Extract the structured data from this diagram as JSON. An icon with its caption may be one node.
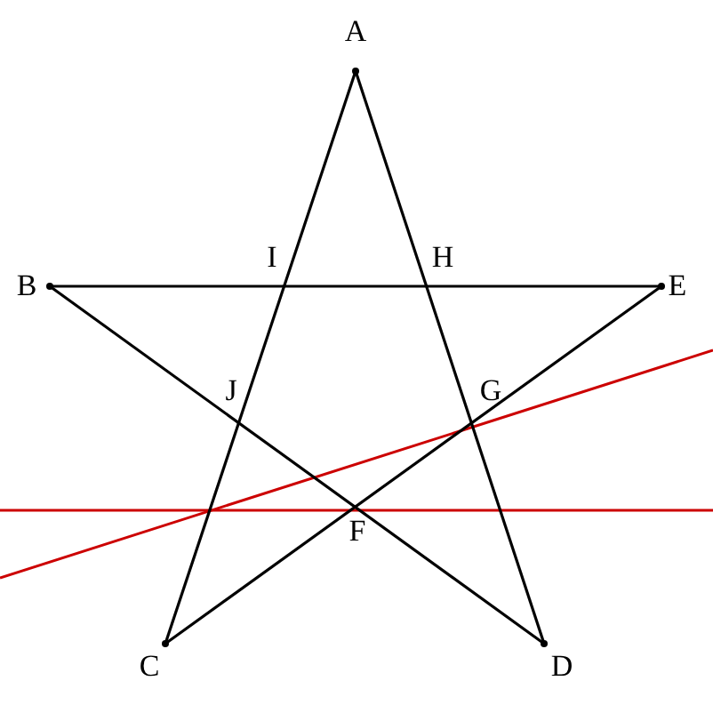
{
  "diagram": {
    "nodes": [
      {
        "text": [
          "A"
        ]
      },
      {
        "text": [
          "B"
        ]
      },
      {
        "text": [
          "E"
        ]
      },
      {
        "text": [
          "C"
        ]
      },
      {
        "text": [
          "D"
        ]
      }
    ],
    "edges": [
      {
        "from": 0,
        "to": 3,
        "arrow": "none"
      },
      {
        "from": 0,
        "to": 4,
        "arrow": "none"
      },
      {
        "from": 1,
        "to": 2,
        "arrow": "none"
      },
      {
        "from": 1,
        "to": 4,
        "arrow": "none"
      },
      {
        "from": 2,
        "to": 3,
        "arrow": "none"
      }
    ],
    "labels": [
      "I",
      "H",
      "J",
      "G",
      "F"
    ]
  }
}
